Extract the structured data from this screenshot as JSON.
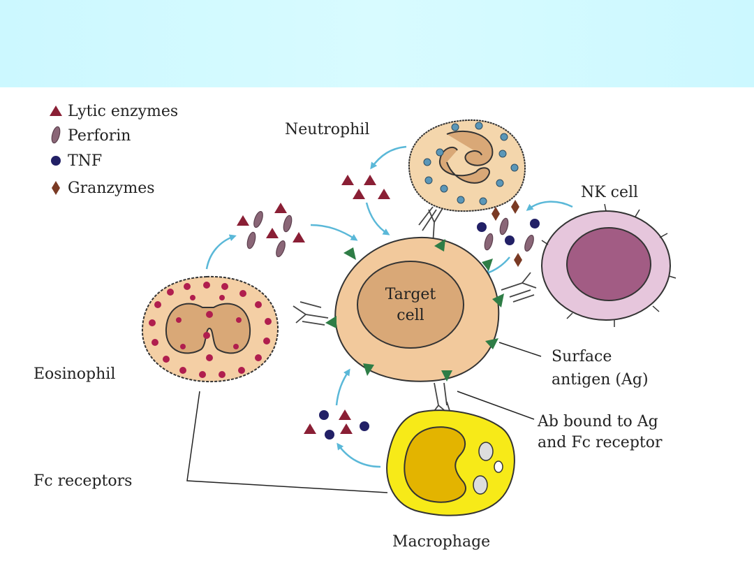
{
  "legend": {
    "lytic_enzymes": "Lytic enzymes",
    "perforin": "Perforin",
    "tnf": "TNF",
    "granzymes": "Granzymes"
  },
  "cells": {
    "target_line1": "Target",
    "target_line2": "cell",
    "neutrophil": "Neutrophil",
    "nk_cell": "NK cell",
    "eosinophil": "Eosinophil",
    "macrophage": "Macrophage"
  },
  "annotations": {
    "surface_antigen_line1": "Surface",
    "surface_antigen_line2": "antigen (Ag)",
    "ab_bound_line1": "Ab bound to Ag",
    "ab_bound_line2": "and Fc receptor",
    "fc_receptors": "Fc receptors"
  },
  "colors": {
    "header_band": "#ccf8ff",
    "target_cell": "#f2c99c",
    "nucleus": "#d9a877",
    "nk_cytoplasm": "#e6c6dc",
    "nk_nucleus": "#a25c84",
    "macrophage": "#f7ea18",
    "eosinophil_granule": "#b01e4e",
    "lytic_enzyme": "#8a1f35",
    "perforin": "#8a6677",
    "tnf": "#222066",
    "granzyme": "#7a3a24",
    "arrow": "#5ab8d8",
    "antigen": "#2e7d46"
  }
}
